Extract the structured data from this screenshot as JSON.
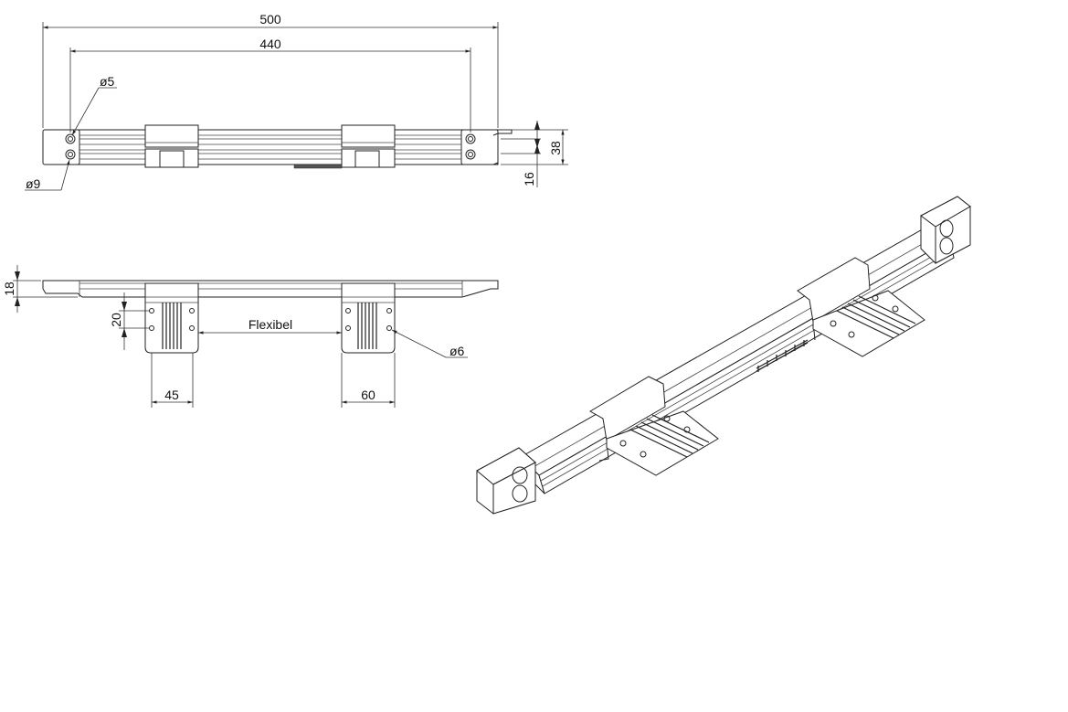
{
  "drawing": {
    "dimensions": {
      "overall_length": "500",
      "hole_spacing": "440",
      "small_hole": "ø5",
      "large_hole": "ø9",
      "height": "38",
      "offset": "16",
      "thickness": "18",
      "bracket_hole_pitch": "20",
      "bracket_width_left": "45",
      "bracket_width_right": "60",
      "bracket_hole": "ø6"
    },
    "labels": {
      "flexible": "Flexibel"
    },
    "colors": {
      "line": "#222222",
      "background": "#ffffff"
    }
  }
}
